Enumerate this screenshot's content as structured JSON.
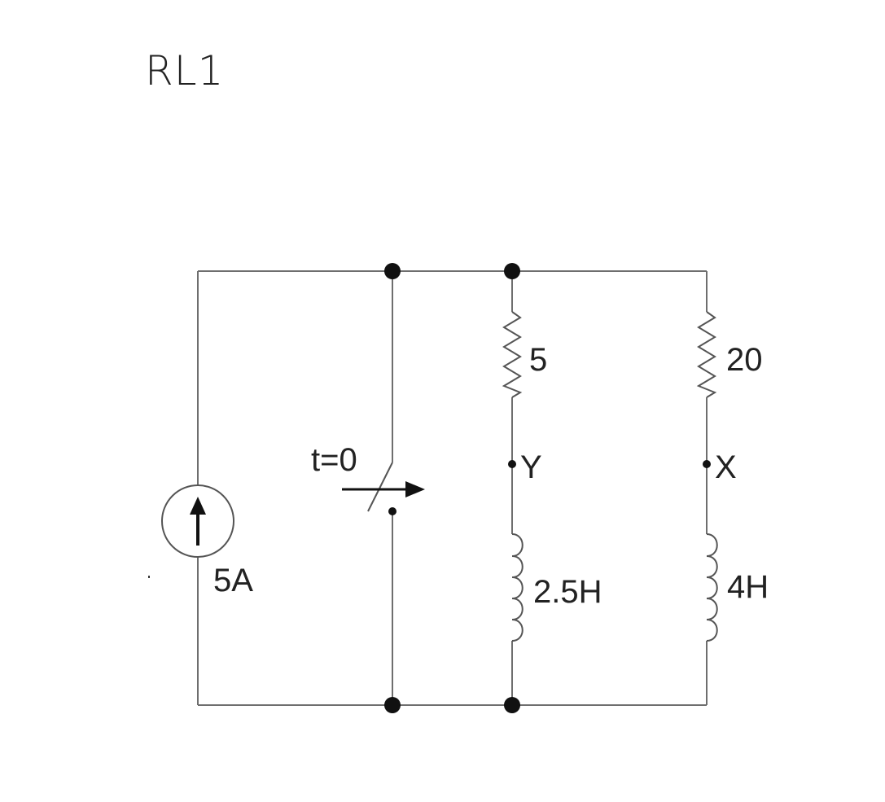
{
  "title": "RL1",
  "source": {
    "label": "5A"
  },
  "switch": {
    "label": "t=0"
  },
  "resistors": [
    {
      "label": "5"
    },
    {
      "label": "20"
    }
  ],
  "nodes": [
    {
      "label": "Y"
    },
    {
      "label": "X"
    }
  ],
  "inductors": [
    {
      "label": "2.5H"
    },
    {
      "label": "4H"
    }
  ]
}
